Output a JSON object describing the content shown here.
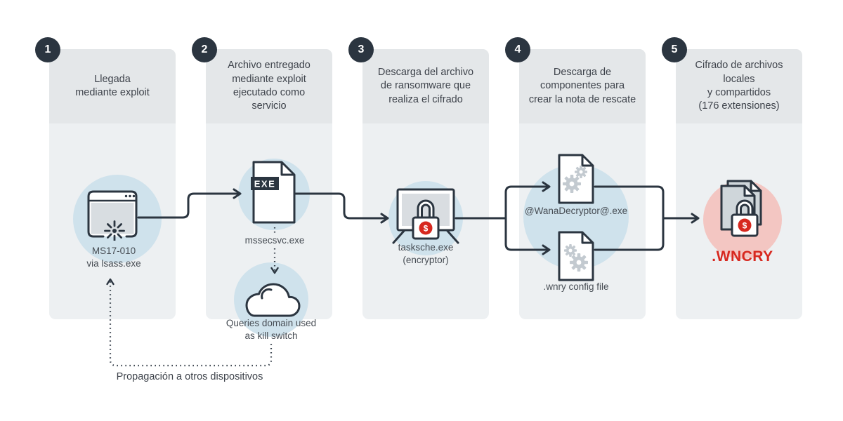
{
  "diagram": {
    "steps": [
      {
        "number": "1",
        "title": "Llegada\nmediante exploit"
      },
      {
        "number": "2",
        "title": "Archivo entregado\nmediante exploit\nejecutado como\nservicio"
      },
      {
        "number": "3",
        "title": "Descarga del archivo\nde ransomware que\nrealiza el cifrado"
      },
      {
        "number": "4",
        "title": "Descarga de\ncomponentes para\ncrear la nota de rescate"
      },
      {
        "number": "5",
        "title": "Cifrado de archivos\nlocales\ny compartidos\n(176 extensiones)"
      }
    ],
    "nodes": {
      "exploit_label": "MS17-010\nvia lsass.exe",
      "dropper_label": "mssecsvc.exe",
      "exe_badge": "EXE",
      "killswitch_label": "Queries domain used\nas kill switch",
      "encryptor_label": "tasksche.exe\n(encryptor)",
      "ransom_note_label": "@WanaDecryptor@.exe",
      "config_label": ".wnry config file",
      "extension_label": ".WNCRY",
      "dollar_sign": "$"
    },
    "footer": {
      "propagation_label": "Propagación a otros dispositivos"
    },
    "colors": {
      "badge_dark": "#2b3540",
      "line": "#2b3540",
      "column_bg": "#edf0f2",
      "header_bg": "#e4e7e9",
      "circle_blue": "#cfe2ec",
      "circle_red": "#f3c6c2",
      "accent_red": "#d7281f"
    }
  }
}
